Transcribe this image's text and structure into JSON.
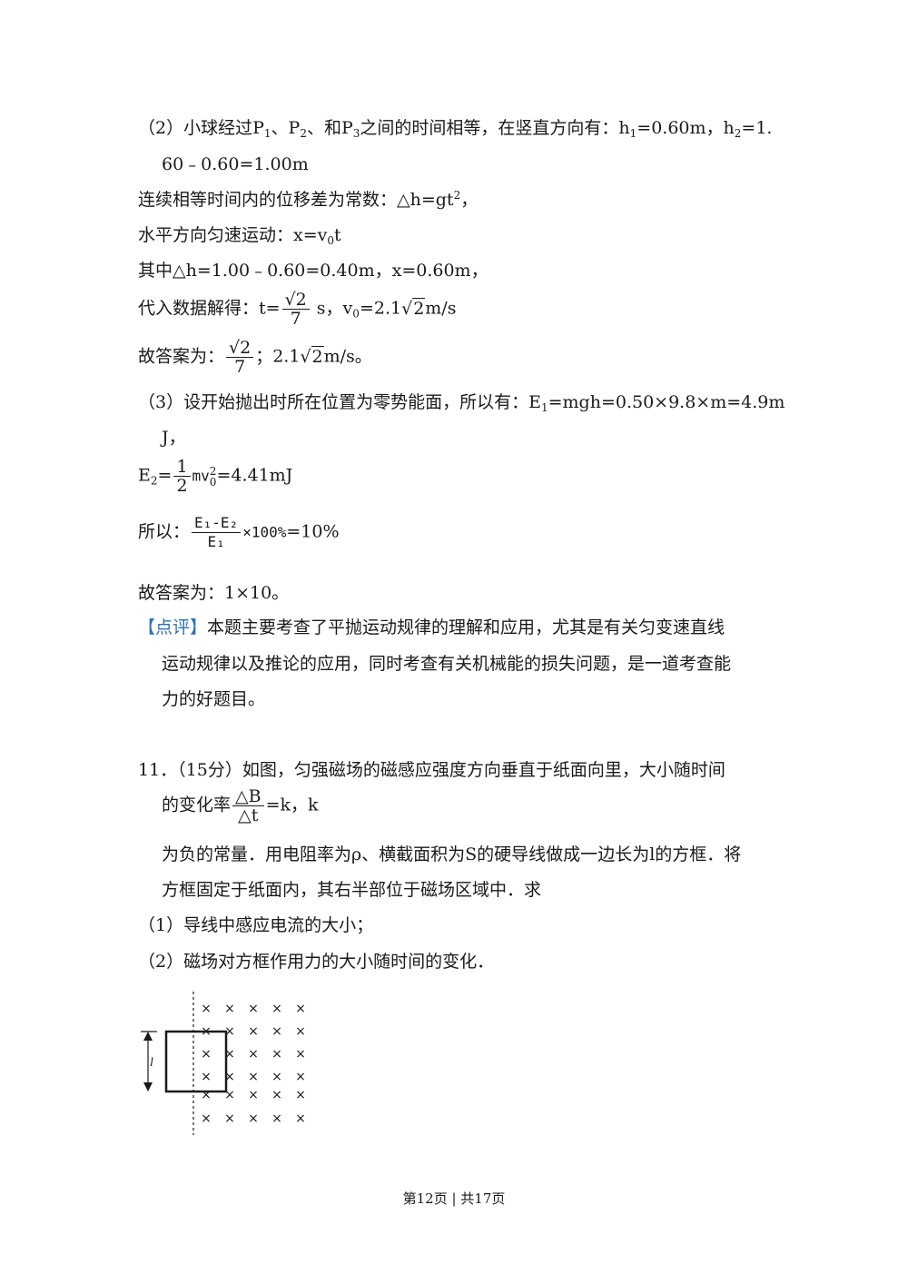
{
  "p2": {
    "l1a": "（2）小球经过P",
    "l1b": "1",
    "l1c": "、P",
    "l1d": "2",
    "l1e": "、和P",
    "l1f": "3",
    "l1g": "之间的时间相等，在竖直方向有：h",
    "l1h": "1",
    "l1i": "=0.60m，h",
    "l1j": "2",
    "l1k": "=1.",
    "l2": "60﹣0.60=1.00m",
    "l3a": "连续相等时间内的位移差为常数：△h=gt",
    "l3b": "2",
    "l3c": "，",
    "l4a": "水平方向匀速运动：x=v",
    "l4b": "0",
    "l4c": "t",
    "l5": "其中△h=1.00﹣0.60=0.40m，x=0.60m，",
    "l6a": "代入数据解得：t=",
    "l6num": "2",
    "l6den": "7",
    "l6b": " s，v",
    "l6c": "0",
    "l6d": "=2.1",
    "l6e": "2",
    "l6f": "m/s",
    "l7a": "故答案为：",
    "l7num": "2",
    "l7den": "7",
    "l7b": "；2.1",
    "l7c": "2",
    "l7d": "m/s。"
  },
  "p3": {
    "l1a": "（3）设开始抛出时所在位置为零势能面，所以有：E",
    "l1b": "1",
    "l1c": "=mgh=0.50×9.8×m=4.9m",
    "l2": "J，",
    "l3a": "E",
    "l3b": "2",
    "l3c": "=",
    "l3num": "1",
    "l3den": "2",
    "l3d": "mv",
    "l3e": "2",
    "l3f": "0",
    "l3g": "=4.41mJ",
    "l4a": "所以：",
    "l4num": "E₁-E₂",
    "l4den": "E₁",
    "l4b": "×100%",
    "l4c": "=10%",
    "l5": "故答案为：1×10。"
  },
  "review": {
    "tag": "【点评】",
    "l1": "本题主要考查了平抛运动规律的理解和应用，尤其是有关匀变速直线",
    "l2": "运动规律以及推论的应用，同时考查有关机械能的损失问题，是一道考查能",
    "l3": "力的好题目。"
  },
  "q11": {
    "l1": "11．（15分）如图，匀强磁场的磁感应强度方向垂直于纸面向里，大小随时间",
    "l2a": "的变化率",
    "l2num": "△B",
    "l2den": "△t",
    "l2b": "=k，k",
    "l3": "为负的常量．用电阻率为ρ、横截面积为S的硬导线做成一边长为l的方框．将",
    "l4": "方框固定于纸面内，其右半部位于磁场区域中．求",
    "l5": "（1）导线中感应电流的大小；",
    "l6": "（2）磁场对方框作用力的大小随时间的变化．"
  },
  "figure": {
    "cross": "×",
    "label_l": "l"
  },
  "footer": "第12页 | 共17页"
}
